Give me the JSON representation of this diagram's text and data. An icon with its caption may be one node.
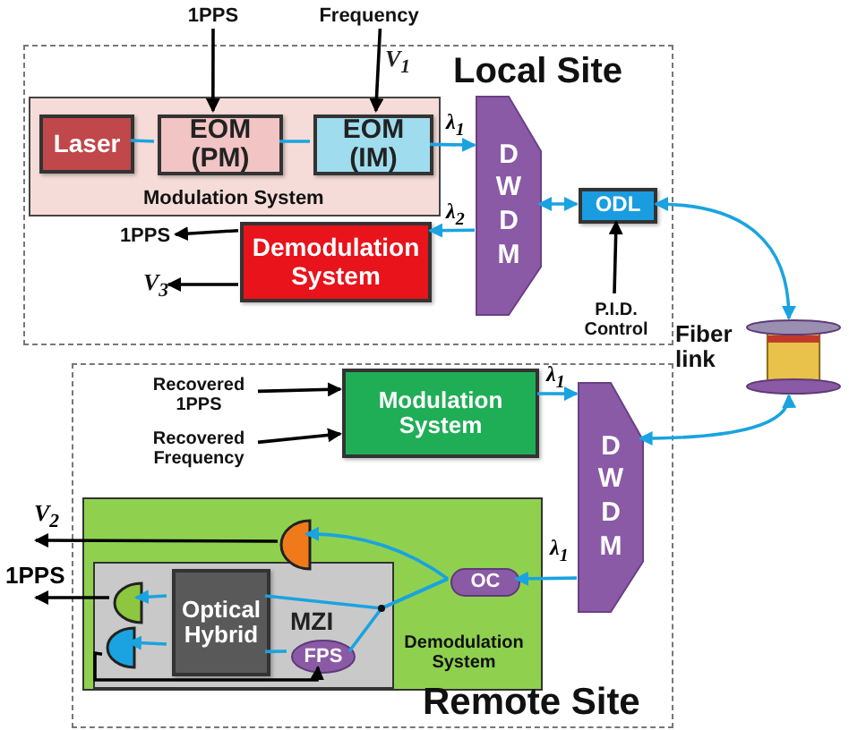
{
  "diagram": {
    "nodes": [
      {
        "text": [
          "Local Site"
        ]
      },
      {
        "text": [
          "Modulation System"
        ],
        "in": 0
      },
      {
        "text": [
          "Laser"
        ],
        "in": 1
      },
      {
        "text": [
          "EOM (PM)"
        ],
        "in": 1
      },
      {
        "text": [
          "EOM (IM)"
        ],
        "in": 1
      },
      {
        "text": [
          "Demodulation System"
        ],
        "in": 0
      },
      {
        "text": [
          "DWDM"
        ],
        "in": 0
      },
      {
        "text": [
          "ODL"
        ],
        "in": 0
      },
      {
        "text": [
          "P.I.D. Control"
        ],
        "in": 0
      },
      {
        "text": [],
        "shape": "picture",
        "beside": [
          "Fiber link"
        ]
      },
      {
        "text": [
          "1PPS"
        ]
      },
      {
        "text": [
          "Frequency"
        ]
      },
      {
        "text": [
          "1PPS"
        ],
        "in": 0
      },
      {
        "text": [
          "V$_{3}$"
        ],
        "in": 0
      },
      {
        "text": [
          "Remote Site"
        ]
      },
      {
        "text": [
          "Recovered 1PPS"
        ],
        "in": 14
      },
      {
        "text": [
          "Recovered Frequency"
        ],
        "in": 14
      },
      {
        "text": [
          "Modulation System"
        ],
        "in": 14
      },
      {
        "text": [
          "DWDM"
        ],
        "in": 14
      },
      {
        "text": [
          "Demodulation System"
        ],
        "in": 14
      },
      {
        "text": [],
        "shape": "box",
        "in": 19
      },
      {
        "text": [
          "Optical Hybrid"
        ],
        "in": 20
      },
      {
        "text": [
          "FPS"
        ],
        "in": 20
      },
      {
        "text": [],
        "shape": "semicircle",
        "in": 19
      },
      {
        "text": [],
        "shape": "semicircle",
        "in": 20
      },
      {
        "text": [],
        "shape": "semicircle",
        "in": 20
      },
      {
        "text": [
          "OC"
        ],
        "in": 19
      }
    ],
    "edges": [
      {
        "from": 10,
        "to": 3,
        "arrow": "to",
        "color": "#000000"
      },
      {
        "from": 11,
        "to": 4,
        "arrow": "to",
        "color": "#000000"
      },
      {
        "from": 2,
        "to": 3,
        "arrow": "none"
      },
      {
        "from": 3,
        "to": 4,
        "arrow": "none"
      },
      {
        "from": 4,
        "to": 6,
        "arrow": "to",
        "label": "λ$_{1}$"
      },
      {
        "from": 6,
        "to": 5,
        "arrow": "to",
        "label": "λ$_{2}$"
      },
      {
        "from": 5,
        "to": 12,
        "arrow": "to",
        "color": "#000000"
      },
      {
        "from": 5,
        "to": 13,
        "arrow": "to",
        "color": "#000000"
      },
      {
        "from": 6,
        "to": 7,
        "arrow": "both"
      },
      {
        "from": 7,
        "to": 9,
        "arrow": "both"
      },
      {
        "from": 9,
        "to": 18,
        "arrow": "both"
      },
      {
        "from": 8,
        "to": 7,
        "arrow": "to",
        "color": "#000000"
      },
      {
        "from": 15,
        "to": 17,
        "arrow": "to",
        "color": "#000000"
      },
      {
        "from": 16,
        "to": 17,
        "arrow": "to",
        "color": "#000000"
      },
      {
        "from": 17,
        "to": 18,
        "arrow": "to",
        "label": "λ$_{1}$"
      },
      {
        "from": 18,
        "to": 26,
        "arrow": "to",
        "label": "λ$_{1}$"
      },
      {
        "from": 26,
        "to": 23,
        "arrow": "to"
      },
      {
        "from": 26,
        "to": 21,
        "arrow": "none"
      },
      {
        "from": 26,
        "to": 22,
        "arrow": "none"
      },
      {
        "from": 22,
        "to": 21,
        "arrow": "none"
      },
      {
        "from": 21,
        "to": 24,
        "arrow": "to"
      },
      {
        "from": 21,
        "to": 25,
        "arrow": "to"
      },
      {
        "from": 25,
        "to": 22,
        "arrow": "to",
        "color": "#000000"
      },
      {
        "from": 23,
        "to": null,
        "arrow": "to",
        "label": "V$_{2}$",
        "color": "#000000"
      },
      {
        "from": 24,
        "to": null,
        "arrow": "to",
        "label": "1PPS",
        "color": "#000000"
      }
    ],
    "labels": [
      "V$_{1}$",
      "MZI"
    ]
  }
}
